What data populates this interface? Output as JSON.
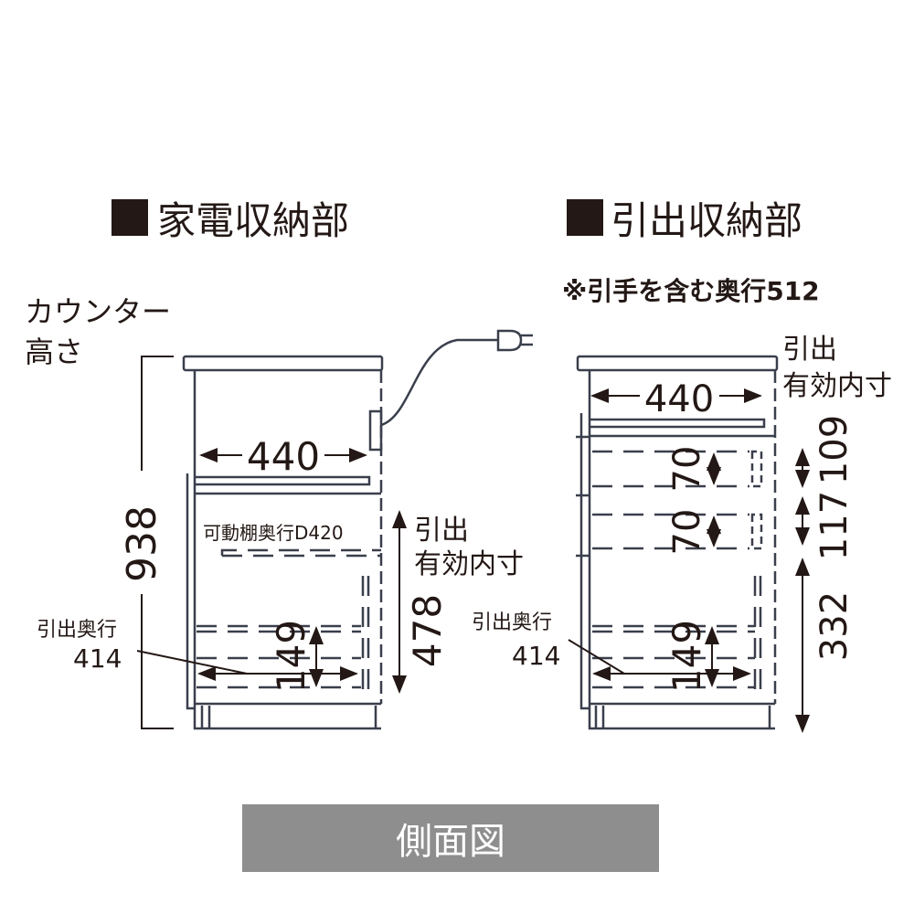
{
  "headings": {
    "left": "家電収納部",
    "right": "引出収納部",
    "right_note": "※引手を含む奥行512"
  },
  "left_diagram": {
    "counter_height_label_1": "カウンター",
    "counter_height_label_2": "高さ",
    "height": "938",
    "width_top": "440",
    "shelf_depth": "可動棚奥行D420",
    "drawer_label_1": "引出",
    "drawer_label_2": "有効内寸",
    "drawer_height": "478",
    "drawer_inner": "149",
    "drawer_depth_label": "引出奥行",
    "drawer_depth": "414"
  },
  "right_diagram": {
    "drawer_label_1": "引出",
    "drawer_label_2": "有効内寸",
    "width_top": "440",
    "drawer1_inner": "70",
    "drawer2_inner": "70",
    "drawer3_inner": "149",
    "drawer1_height": "109",
    "drawer2_height": "117",
    "drawer3_height": "332",
    "drawer_depth_label": "引出奥行",
    "drawer_depth": "414"
  },
  "footer": {
    "label": "側面図"
  },
  "colors": {
    "line": "#3a3f4c",
    "text": "#231815",
    "button": "#8e8e8e"
  }
}
